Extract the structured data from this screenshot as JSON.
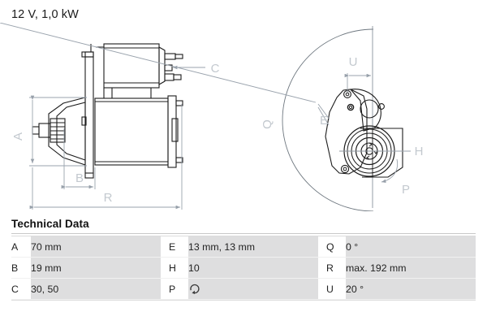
{
  "header": {
    "title": "12 V, 1,0 kW"
  },
  "drawing": {
    "side_view": {
      "labels": [
        {
          "id": "A",
          "text": "A"
        },
        {
          "id": "B",
          "text": "B"
        },
        {
          "id": "C",
          "text": "C"
        },
        {
          "id": "R",
          "text": "R"
        }
      ]
    },
    "end_view": {
      "labels": [
        {
          "id": "U",
          "text": "U"
        },
        {
          "id": "Q",
          "text": "Q"
        },
        {
          "id": "E",
          "text": "E"
        },
        {
          "id": "H",
          "text": "H"
        },
        {
          "id": "P",
          "text": "P"
        }
      ]
    },
    "line_color": "#1c1c1c",
    "dim_color": "#9aa3ad",
    "label_color": "#c6ccd2"
  },
  "technical_data": {
    "heading": "Technical Data",
    "rows": [
      {
        "c1_key": "A",
        "c1_value": "70 mm",
        "c2_key": "E",
        "c2_value": "13 mm, 13 mm",
        "c3_key": "Q",
        "c3_value": "0 °"
      },
      {
        "c1_key": "B",
        "c1_value": "19 mm",
        "c2_key": "H",
        "c2_value": "10",
        "c3_key": "R",
        "c3_value": "max. 192 mm"
      },
      {
        "c1_key": "C",
        "c1_value": "30, 50",
        "c2_key": "P",
        "c2_value": "",
        "c2_icon": "rotation-clockwise-icon",
        "c3_key": "U",
        "c3_value": "20 °"
      }
    ]
  },
  "colors": {
    "value_cell_bg": "#dededf",
    "key_cell_bg": "#ffffff",
    "text": "#222222",
    "rule": "#c8c8c8"
  }
}
